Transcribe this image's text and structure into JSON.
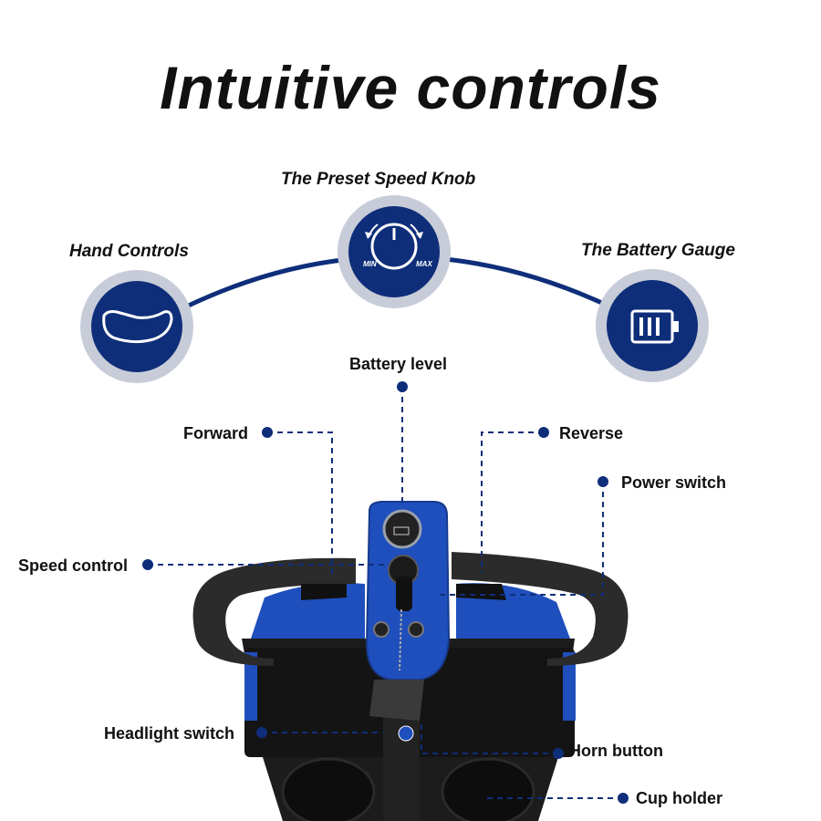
{
  "title": "Intuitive controls",
  "features": {
    "hand_controls": "Hand Controls",
    "speed_knob": "The Preset Speed Knob",
    "speed_knob_min": "MIN",
    "speed_knob_max": "MAX",
    "battery_gauge": "The Battery Gauge"
  },
  "callouts": {
    "battery_level": "Battery level",
    "forward": "Forward",
    "reverse": "Reverse",
    "power_switch": "Power switch",
    "speed_control": "Speed control",
    "headlight_switch": "Headlight switch",
    "horn_button": "Horn button",
    "cup_holder": "Cup holder"
  },
  "icons": {
    "hand_controls": "hand-lever-icon",
    "speed_knob": "speed-dial-icon",
    "battery_gauge": "battery-icon"
  },
  "colors": {
    "accent": "#0f2e7a",
    "ring": "#c7ccd8",
    "tiller": "#1f4fbd",
    "dark": "#1a1a1a"
  }
}
